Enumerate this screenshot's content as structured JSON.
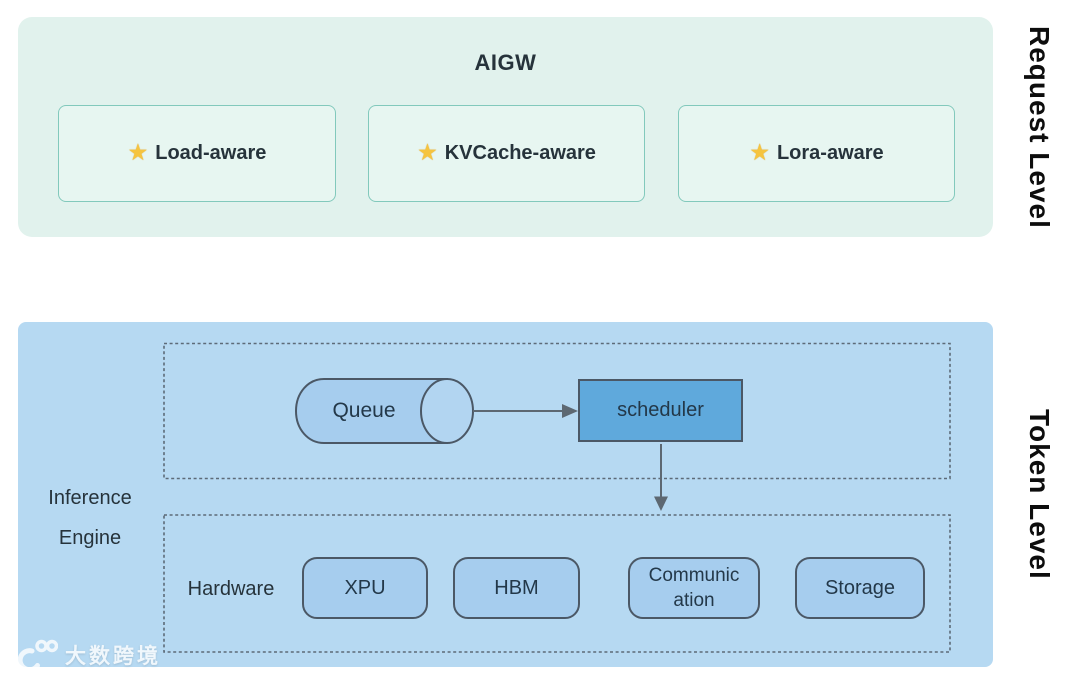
{
  "request_section": {
    "title": "AIGW",
    "side_label": "Request Level",
    "star_glyph": "★",
    "features": [
      {
        "icon": "star",
        "label": "Load-aware"
      },
      {
        "icon": "star",
        "label": "KVCache-aware"
      },
      {
        "icon": "star",
        "label": "Lora-aware"
      }
    ]
  },
  "token_section": {
    "side_label": "Token Level",
    "engine_label": "Inference\nEngine",
    "queue_label": "Queue",
    "scheduler_label": "scheduler",
    "hardware_label": "Hardware",
    "hardware_items": [
      {
        "label": "XPU"
      },
      {
        "label": "HBM"
      },
      {
        "label": "Communic\nation"
      },
      {
        "label": "Storage"
      }
    ]
  },
  "watermark": {
    "text": "大数跨境"
  },
  "colors": {
    "mint_panel_bg": "#e1f2ed",
    "mint_box_bg": "#e7f6f1",
    "mint_box_border": "#82c9bc",
    "blue_panel_bg": "#b6d9f2",
    "node_fill": "#a6cdee",
    "node_ellipse_fill": "#b2d5f1",
    "node_border": "#4b5866",
    "scheduler_fill": "#5fa9dc",
    "dash_color": "#5d6b78",
    "arrow_color": "#5d6872",
    "text_dark": "#26333b",
    "star_color": "#f5c43f"
  }
}
